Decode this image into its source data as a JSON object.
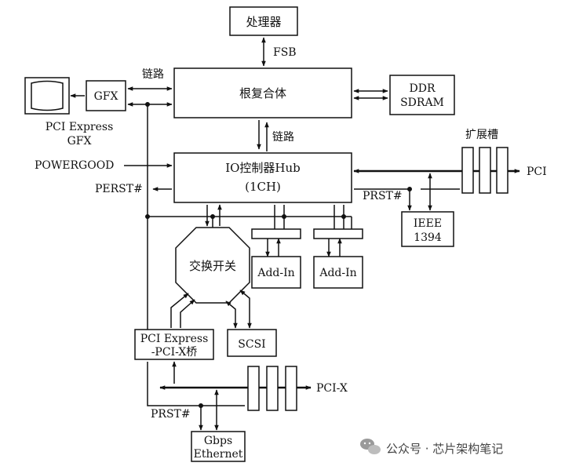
{
  "blocks": {
    "processor": "处理器",
    "root_complex": "根复合体",
    "gfx": "GFX",
    "ddr_line1": "DDR",
    "ddr_line2": "SDRAM",
    "io_hub_line1": "IO控制器Hub",
    "io_hub_line2": "(1CH)",
    "ieee_line1": "IEEE",
    "ieee_line2": "1394",
    "switch": "交换开关",
    "add_in_1": "Add-In",
    "add_in_2": "Add-In",
    "bridge_line1": "PCI Express",
    "bridge_line2": "-PCI-X桥",
    "scsi": "SCSI",
    "ethernet_line1": "Gbps",
    "ethernet_line2": "Ethernet"
  },
  "labels": {
    "fsb": "FSB",
    "link_top": "链路",
    "link_mid": "链路",
    "pcie_gfx_line1": "PCI Express",
    "pcie_gfx_line2": "GFX",
    "powergood": "POWERGOOD",
    "perst": "PERST#",
    "prst_right": "PRST#",
    "prst_bottom": "PRST#",
    "expansion_slots": "扩展槽",
    "pci": "PCI",
    "pci_x": "PCI-X"
  },
  "watermark": {
    "text": "公众号 · 芯片架构笔记",
    "icon": "wechat-icon"
  }
}
